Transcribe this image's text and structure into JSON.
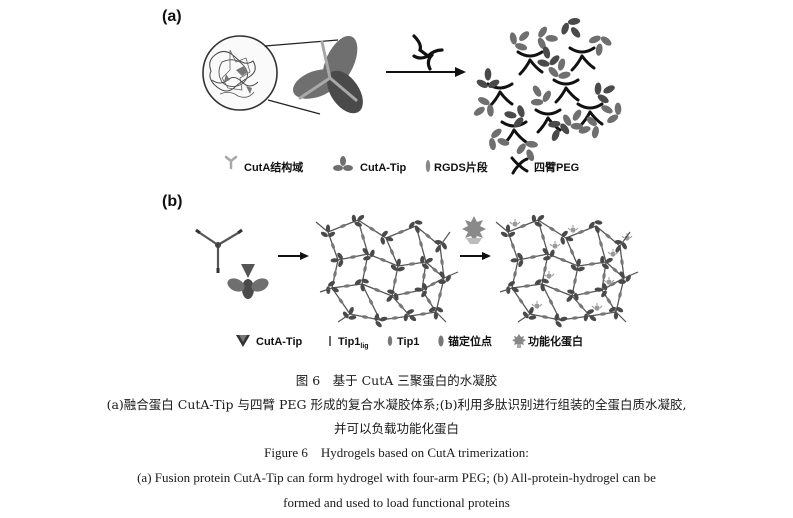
{
  "panel_a": {
    "label": "(a)",
    "legend": [
      {
        "icon": "cuta-domain-icon",
        "text": "CutA结构域"
      },
      {
        "icon": "cuta-tip-icon",
        "text": "CutA-Tip"
      },
      {
        "icon": "rgds-segment-icon",
        "text": "RGDS片段"
      },
      {
        "icon": "four-arm-peg-icon",
        "text": "四臂PEG"
      }
    ]
  },
  "panel_b": {
    "label": "(b)",
    "legend": [
      {
        "icon": "cuta-tip-icon",
        "text": "CutA-Tip"
      },
      {
        "icon": "tip1-lig-icon",
        "text": "Tip1",
        "subscript": "lig"
      },
      {
        "icon": "tip1-icon",
        "text": "Tip1"
      },
      {
        "icon": "anchor-site-icon",
        "text": "锚定位点"
      },
      {
        "icon": "functional-protein-icon",
        "text": "功能化蛋白"
      }
    ]
  },
  "caption": {
    "zh_title": "图 6　基于 CutA 三聚蛋白的水凝胶",
    "zh_line1": "(a)融合蛋白 CutA-Tip 与四臂 PEG 形成的复合水凝胶体系;(b)利用多肽识别进行组装的全蛋白质水凝胶,",
    "zh_line2": "并可以负载功能化蛋白",
    "en_title": "Figure 6　Hydrogels based on CutA trimerization:",
    "en_line1": "(a) Fusion protein CutA-Tip can form hydrogel with four-arm PEG; (b) All-protein-hydrogel can be",
    "en_line2": "formed and used to load functional proteins"
  },
  "colors": {
    "leaf": "#6f6f6f",
    "leaf_dark": "#4a4a4a",
    "peg": "#111111",
    "domain": "#a8a8a8",
    "rgds": "#888888",
    "functional": "#9a9a9a",
    "arrow": "#111111"
  }
}
